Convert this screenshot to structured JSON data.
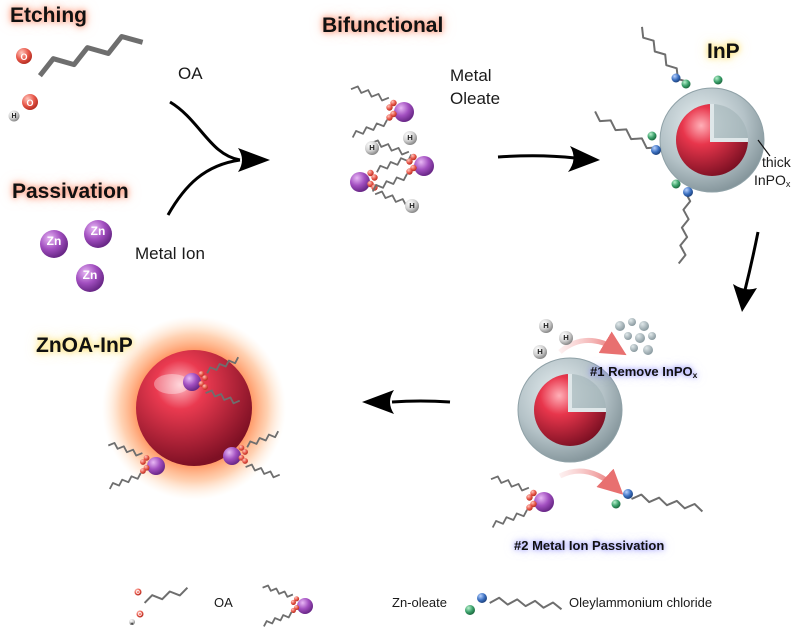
{
  "labels": {
    "etching": "Etching",
    "passivation": "Passivation",
    "bifunctional": "Bifunctional",
    "inp": "InP",
    "znoa_inp": "ZnOA-InP",
    "oa": "OA",
    "metal_ion": "Metal Ion",
    "metal_oleate_1": "Metal",
    "metal_oleate_2": "Oleate",
    "thick_1": "thick",
    "thick_2_main": "InPO",
    "thick_2_sub": "x",
    "step1_main": "#1 Remove InPO",
    "step1_sub": "x",
    "step2": "#2 Metal Ion Passivation"
  },
  "atoms": {
    "zn": "Zn",
    "h": "H",
    "o": "O"
  },
  "legend": {
    "oa": "OA",
    "zn_oleate": "Zn-oleate",
    "oleylammonium": "Oleylammonium chloride"
  },
  "colors": {
    "core_red": "#d8243a",
    "shell_gray": "#b9c6cb",
    "zn_purple": "#a24fc0",
    "oxygen_red": "#e8584a",
    "nitrogen_blue": "#3a6fc0",
    "chlorine_green": "#3aa06a",
    "chain_gray": "#6e6e6e"
  }
}
